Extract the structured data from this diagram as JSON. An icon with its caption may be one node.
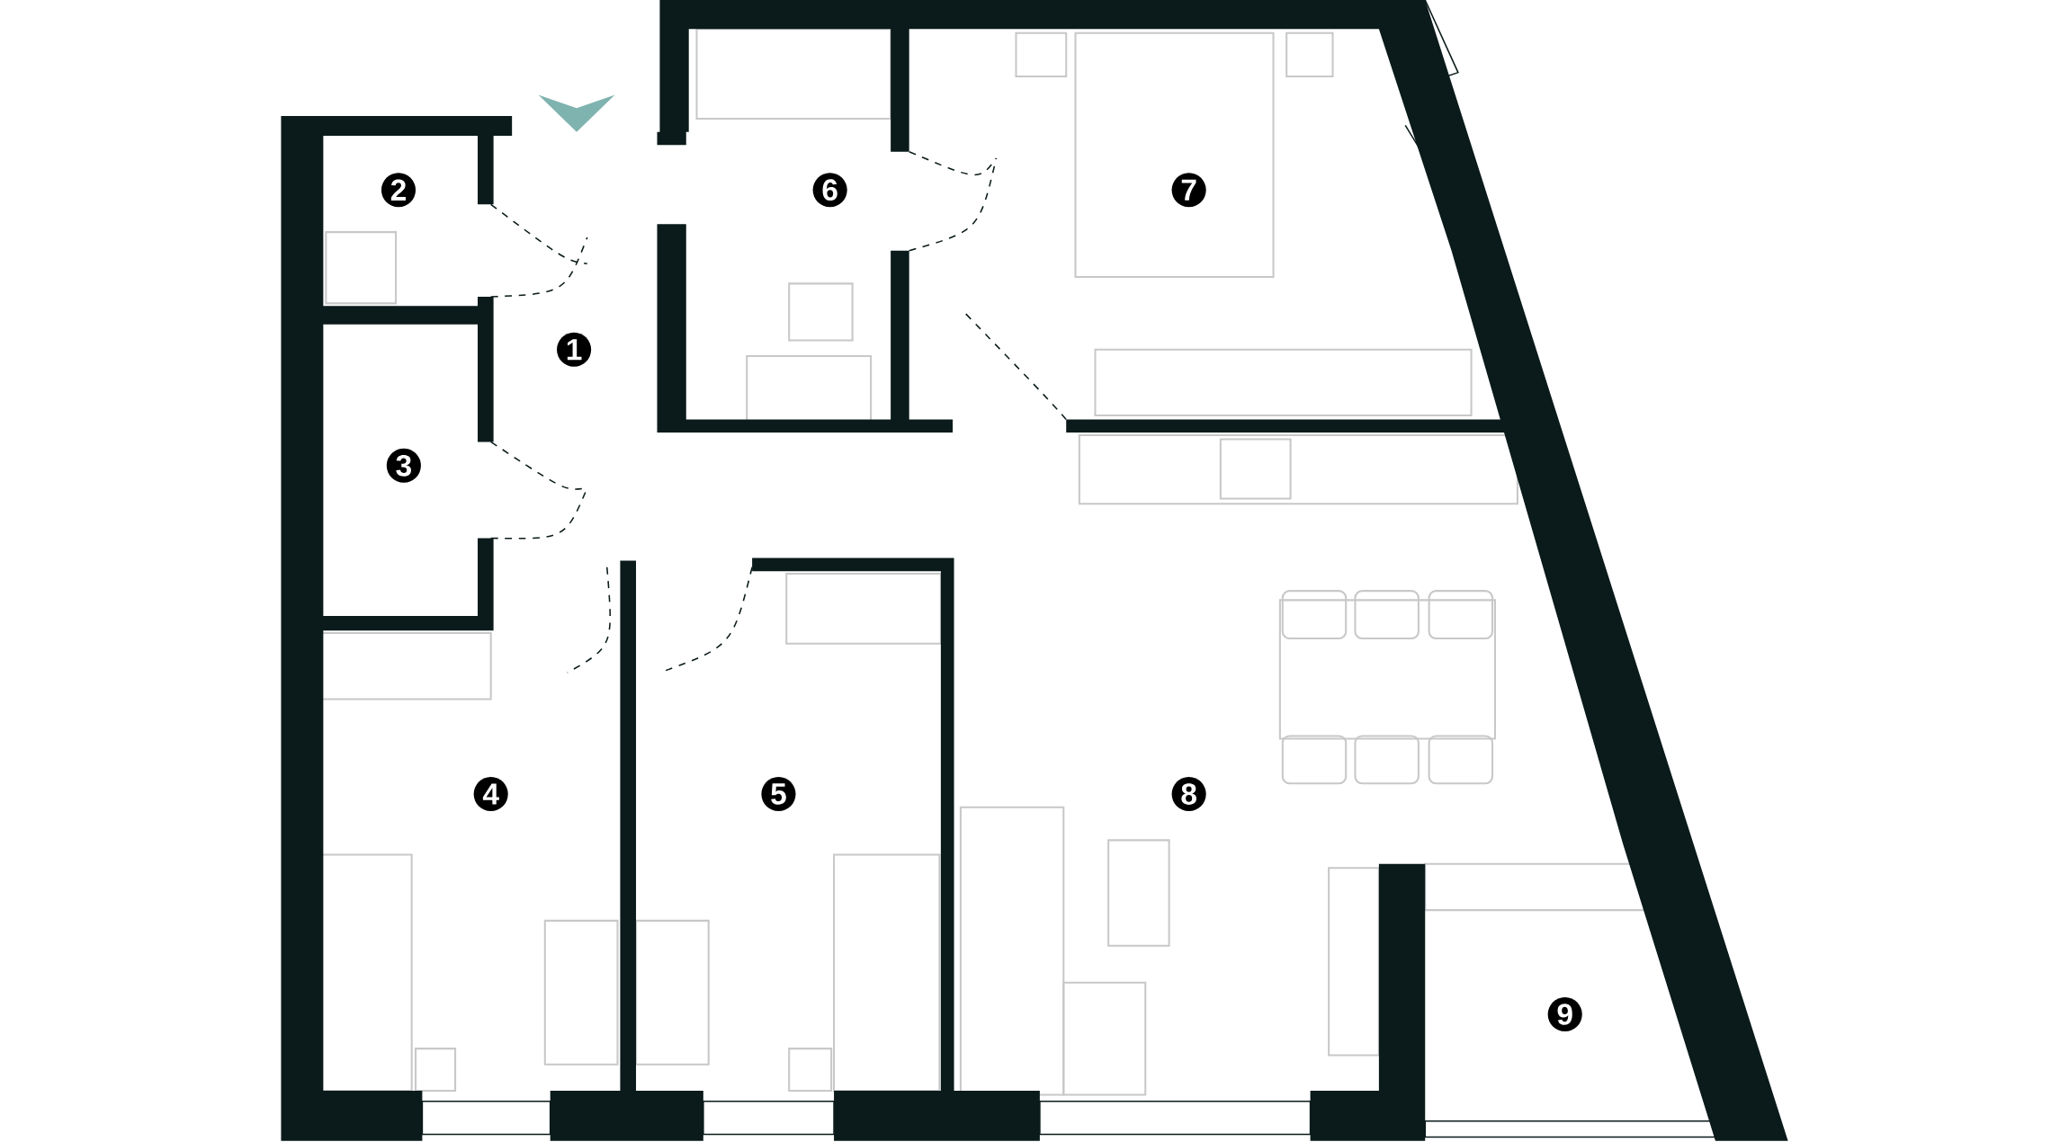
{
  "diagram": {
    "labels": [
      "1",
      "2",
      "3",
      "4",
      "5",
      "6",
      "7",
      "8",
      "9"
    ]
  }
}
